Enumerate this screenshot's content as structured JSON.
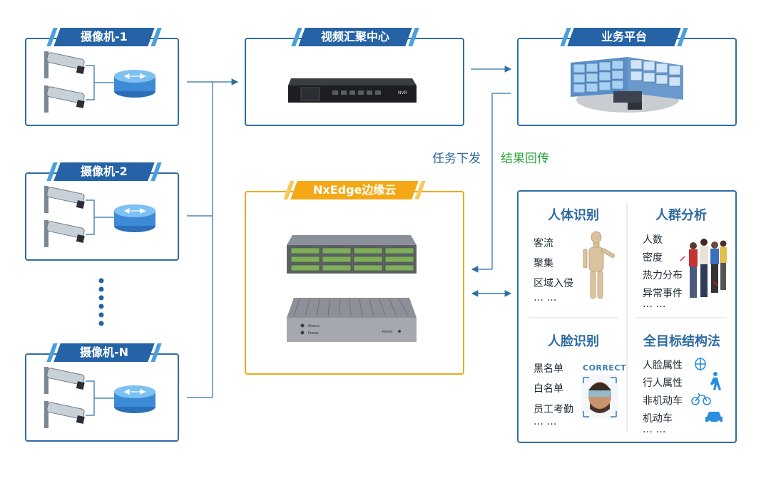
{
  "cameras": [
    {
      "label": "摄像机-1"
    },
    {
      "label": "摄像机-2"
    },
    {
      "label": "摄像机-N"
    }
  ],
  "hub": {
    "title": "视频汇聚中心",
    "device_brand": "NVR"
  },
  "platform": {
    "title": "业务平台"
  },
  "edge": {
    "title": "NxEdge边缘云",
    "status_label": "Status",
    "power_label": "Power",
    "reset_label": "Reset"
  },
  "flows": {
    "task": "任务下发",
    "result": "结果回传"
  },
  "analysis": {
    "body": {
      "title": "人体识别",
      "items": [
        "客流",
        "聚集",
        "区域入侵",
        "… …"
      ]
    },
    "crowd": {
      "title": "人群分析",
      "items": [
        "人数",
        "密度",
        "热力分布",
        "异常事件",
        "… …"
      ]
    },
    "face": {
      "title": "人脸识别",
      "items": [
        "黑名单",
        "白名单",
        "员工考勤",
        "… …"
      ],
      "badge": "CORRECT"
    },
    "structure": {
      "title": "全目标结构法",
      "items": [
        "人脸属性",
        "行人属性",
        "非机动车",
        "机动车",
        "… …"
      ]
    }
  },
  "colors": {
    "blue": "#2c6aa0",
    "green": "#27a43a",
    "orange": "#f0a81c"
  }
}
